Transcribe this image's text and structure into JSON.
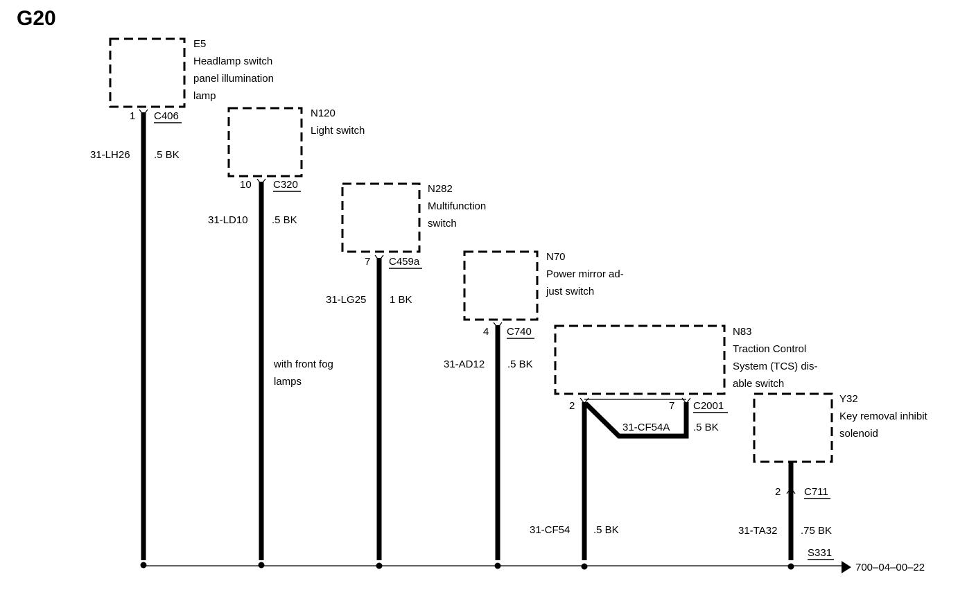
{
  "title": "G20",
  "components": {
    "e5": {
      "id": "E5",
      "lines": [
        "Headlamp switch",
        "panel illumination",
        "lamp"
      ]
    },
    "n120": {
      "id": "N120",
      "lines": [
        "Light switch"
      ]
    },
    "n282": {
      "id": "N282",
      "lines": [
        "Multifunction",
        "switch"
      ]
    },
    "n70": {
      "id": "N70",
      "lines": [
        "Power mirror ad-",
        "just switch"
      ]
    },
    "n83": {
      "id": "N83",
      "lines": [
        "Traction Control",
        "System (TCS) dis-",
        "able switch"
      ]
    },
    "y32": {
      "id": "Y32",
      "lines": [
        "Key removal inhibit",
        "solenoid"
      ]
    }
  },
  "connectors": {
    "c406": {
      "pin": "1",
      "name": "C406"
    },
    "c320": {
      "pin": "10",
      "name": "C320"
    },
    "c459a": {
      "pin": "7",
      "name": "C459a"
    },
    "c740": {
      "pin": "4",
      "name": "C740"
    },
    "c2001": {
      "pin_a": "2",
      "pin_b": "7",
      "name": "C2001"
    },
    "c711": {
      "pin": "2",
      "name": "C711"
    }
  },
  "wires": {
    "lh26": {
      "code": "31-LH26",
      "spec": ".5 BK"
    },
    "ld10": {
      "code": "31-LD10",
      "spec": ".5 BK"
    },
    "lg25": {
      "code": "31-LG25",
      "spec": "1 BK"
    },
    "ad12": {
      "code": "31-AD12",
      "spec": ".5 BK"
    },
    "cf54a": {
      "code": "31-CF54A",
      "spec": ".5 BK"
    },
    "cf54": {
      "code": "31-CF54",
      "spec": ".5 BK"
    },
    "ta32": {
      "code": "31-TA32",
      "spec": ".75 BK"
    }
  },
  "notes": {
    "fog": [
      "with front fog",
      "lamps"
    ]
  },
  "splice": "S331",
  "reference": "700–04–00–22"
}
